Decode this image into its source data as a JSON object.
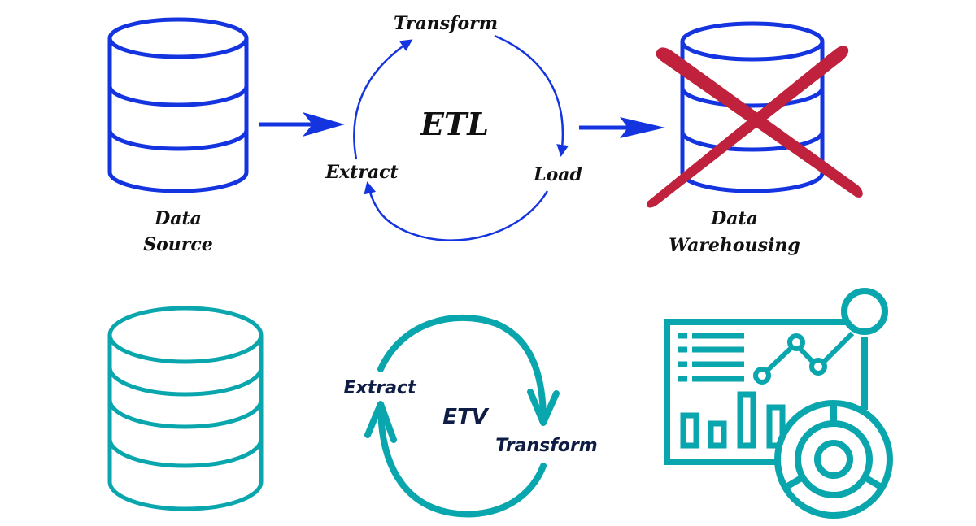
{
  "colors": {
    "traditional_blue": "#1434e0",
    "cross_red": "#c0223d",
    "modern_teal": "#0aa6ad",
    "modern_text": "#0f1d45",
    "traditional_text": "#111111"
  },
  "traditional_etl": {
    "source": {
      "icon": "database-icon",
      "label_line1": "Data",
      "label_line2": "Source"
    },
    "cycle": {
      "center_label": "ETL",
      "steps": [
        "Transform",
        "Load",
        "Extract"
      ]
    },
    "destination": {
      "icon": "database-icon",
      "overlay_icon": "cross-icon",
      "label_line1": "Data",
      "label_line2": "Warehousing"
    }
  },
  "modern_etv": {
    "source": {
      "icon": "database-icon"
    },
    "cycle": {
      "center_label": "ETV",
      "steps": [
        "Extract",
        "Transform"
      ]
    },
    "destination": {
      "icon": "analytics-dashboard-icon"
    }
  }
}
